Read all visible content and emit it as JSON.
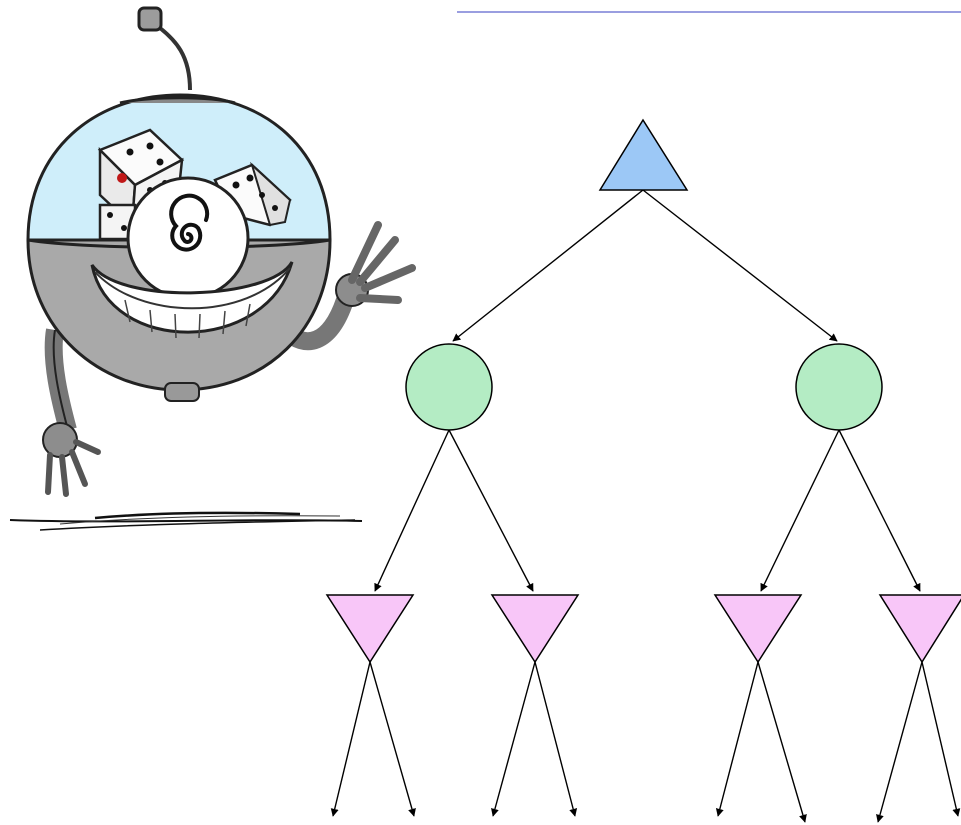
{
  "colors": {
    "background": "#ffffff",
    "top_rule": "#9a9ee0",
    "max_node": "#9cc8f6",
    "chance_node": "#b4ecc4",
    "min_node": "#f8c6f8",
    "stroke": "#000000",
    "robot_dome": "#cfeefa",
    "robot_body": "#a9a9a9"
  },
  "diagram": {
    "type": "expectiminimax-tree",
    "root": {
      "kind": "max",
      "shape": "triangle-up",
      "children": [
        {
          "kind": "chance",
          "shape": "circle",
          "children": [
            {
              "kind": "min",
              "shape": "triangle-down"
            },
            {
              "kind": "min",
              "shape": "triangle-down"
            }
          ]
        },
        {
          "kind": "chance",
          "shape": "circle",
          "children": [
            {
              "kind": "min",
              "shape": "triangle-down"
            },
            {
              "kind": "min",
              "shape": "triangle-down"
            }
          ]
        }
      ]
    }
  },
  "illustration": {
    "subject": "robot-holding-dice",
    "icons": [
      "dice-icon",
      "spiral-eye-icon",
      "antenna-icon"
    ]
  }
}
